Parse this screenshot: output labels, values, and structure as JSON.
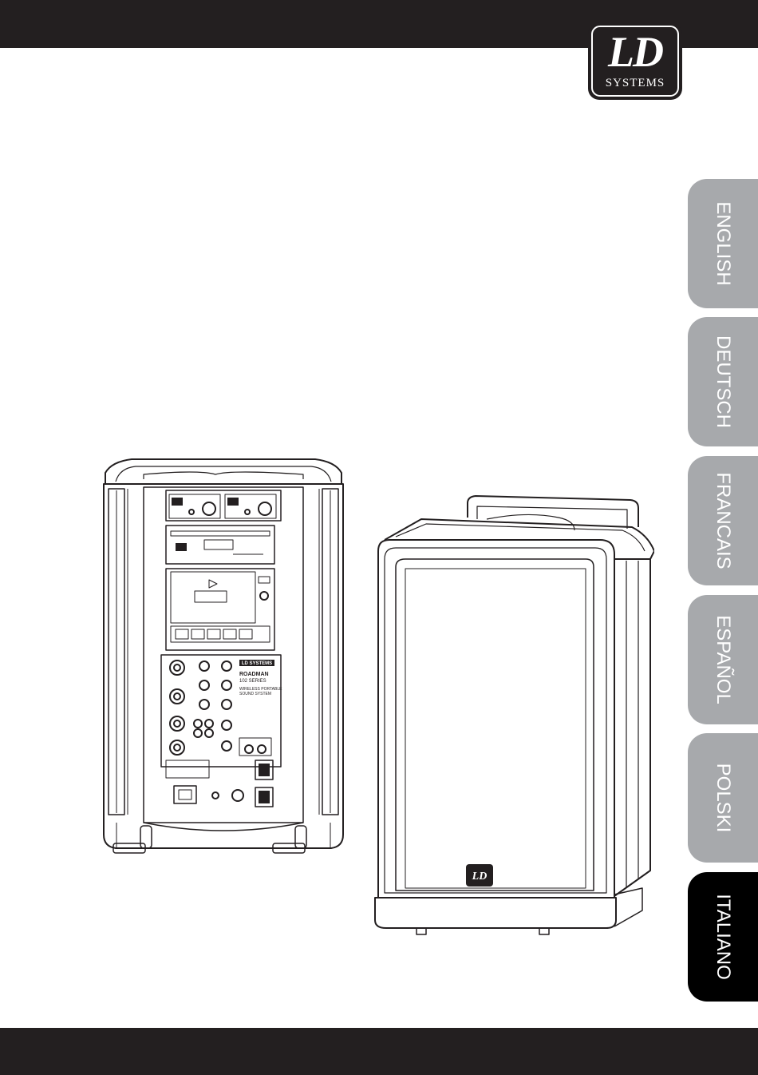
{
  "brand": {
    "logo_text": "LD",
    "logo_subtext": "SYSTEMS"
  },
  "language_tabs": [
    {
      "label": "ENGLISH",
      "active": false
    },
    {
      "label": "DEUTSCH",
      "active": false
    },
    {
      "label": "FRANCAIS",
      "active": false
    },
    {
      "label": "ESPAÑOL",
      "active": false
    },
    {
      "label": "POLSKI",
      "active": false
    },
    {
      "label": "ITALIANO",
      "active": true
    }
  ],
  "rear_panel": {
    "brand_badge": "LD SYSTEMS",
    "model": "ROADMAN",
    "series": "102 SERIES",
    "description_line1": "WIRELESS PORTABLE",
    "description_line2": "SOUND SYSTEM"
  },
  "front_badge": "LD",
  "colors": {
    "bars": "#231f20",
    "tab_inactive": "#a7a9ac",
    "tab_active": "#000000",
    "tab_text": "#ffffff"
  }
}
